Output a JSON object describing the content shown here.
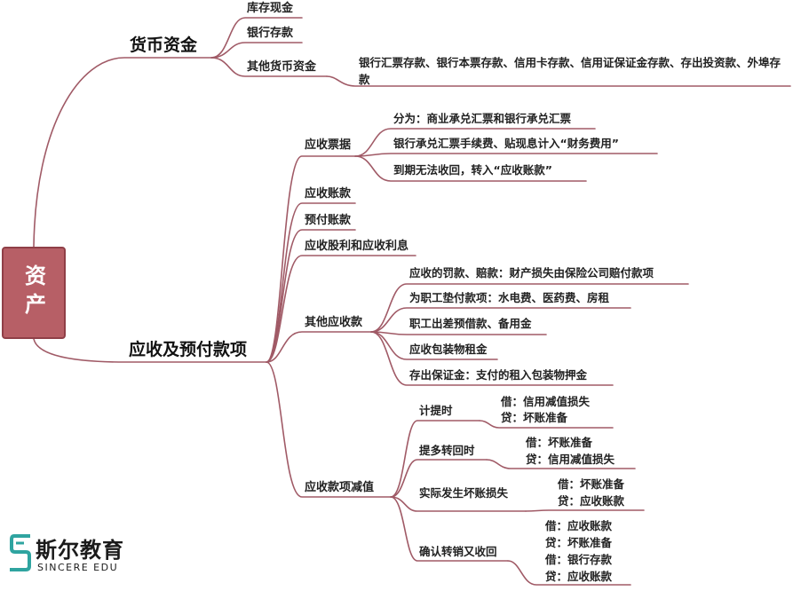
{
  "root": "资产",
  "monetary": {
    "label": "货币资金",
    "items": [
      "库存现金",
      "银行存款",
      "其他货币资金"
    ],
    "other_detail": "银行汇票存款、银行本票存款、信用卡存款、信用证保证金存款、存出投资款、外埠存款"
  },
  "receivables": {
    "label": "应收及预付款项",
    "notes": {
      "label": "应收票据",
      "items": [
        "分为：商业承兑汇票和银行承兑汇票",
        "银行承兑汇票手续费、贴现息计入“财务费用”",
        "到期无法收回，转入“应收账款”"
      ]
    },
    "simple": [
      "应收账款",
      "预付账款",
      "应收股利和应收利息"
    ],
    "other": {
      "label": "其他应收款",
      "items": [
        "应收的罚款、赔款：财产损失由保险公司赔付款项",
        "为职工垫付款项：水电费、医药费、房租",
        "职工出差预借款、备用金",
        "应收包装物租金",
        "存出保证金：支付的租入包装物押金"
      ]
    },
    "impairment": {
      "label": "应收款项减值",
      "cases": [
        {
          "label": "计提时",
          "entries": [
            "借：信用减值损失",
            "贷：坏账准备"
          ]
        },
        {
          "label": "提多转回时",
          "entries": [
            "借：坏账准备",
            "贷：信用减值损失"
          ]
        },
        {
          "label": "实际发生坏账损失",
          "entries": [
            "借：坏账准备",
            "贷：应收账款"
          ]
        },
        {
          "label": "确认转销又收回",
          "entries": [
            "借：应收账款",
            "贷：坏账准备",
            "借：银行存款",
            "贷：应收账款"
          ]
        }
      ]
    }
  },
  "brand": {
    "cn": "斯尔教育",
    "en": "SINCERE EDU"
  },
  "colors": {
    "branch": "#a05a66",
    "root_fill": "#b75f66",
    "brand_teal": "#2fa4a0"
  }
}
